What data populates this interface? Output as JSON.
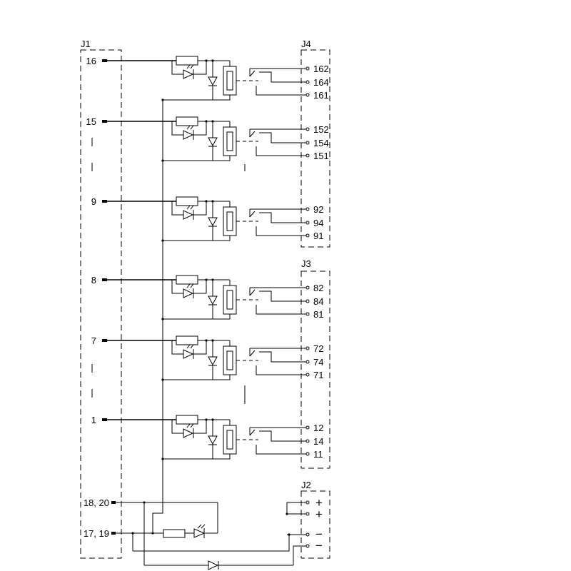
{
  "connectors": {
    "j1": "J1",
    "j2": "J2",
    "j3": "J3",
    "j4": "J4"
  },
  "channels": [
    {
      "input": "16",
      "outputs": [
        "162",
        "164",
        "161"
      ]
    },
    {
      "input": "15",
      "outputs": [
        "152",
        "154",
        "151"
      ]
    },
    {
      "input": "9",
      "outputs": [
        "92",
        "94",
        "91"
      ]
    },
    {
      "input": "8",
      "outputs": [
        "82",
        "84",
        "81"
      ]
    },
    {
      "input": "7",
      "outputs": [
        "72",
        "74",
        "71"
      ]
    },
    {
      "input": "1",
      "outputs": [
        "12",
        "14",
        "11"
      ]
    }
  ],
  "power": {
    "positive_pin": "18, 20",
    "negative_pin": "17, 19",
    "plus": "+",
    "minus": "−"
  }
}
